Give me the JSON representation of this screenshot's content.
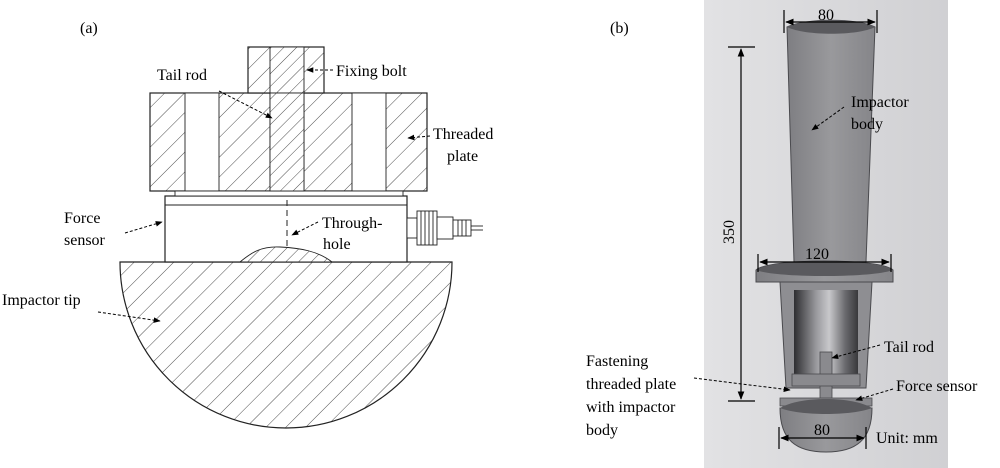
{
  "panel_a": {
    "tag": "(a)",
    "labels": {
      "tail_rod": "Tail rod",
      "fixing_bolt": "Fixing bolt",
      "threaded_plate_1": "Threaded",
      "threaded_plate_2": "plate",
      "force_sensor_1": "Force",
      "force_sensor_2": "sensor",
      "through_hole_1": "Through-",
      "through_hole_2": "hole",
      "impactor_tip": "Impactor tip"
    }
  },
  "panel_b": {
    "tag": "(b)",
    "labels": {
      "impactor_body_1": "Impactor",
      "impactor_body_2": "body",
      "tail_rod": "Tail rod",
      "force_sensor": "Force sensor",
      "fastening_1": "Fastening",
      "fastening_2": "threaded plate",
      "fastening_3": "with impactor",
      "fastening_4": "body",
      "unit": "Unit: mm"
    },
    "dimensions": {
      "top_width": "80",
      "length": "350",
      "flange_width": "120",
      "bottom_width": "80"
    }
  },
  "colors": {
    "render_background": "#d9d9db",
    "metal": "#8a8a8d",
    "metal_dark": "#5c5c60",
    "hatch": "#333333"
  }
}
